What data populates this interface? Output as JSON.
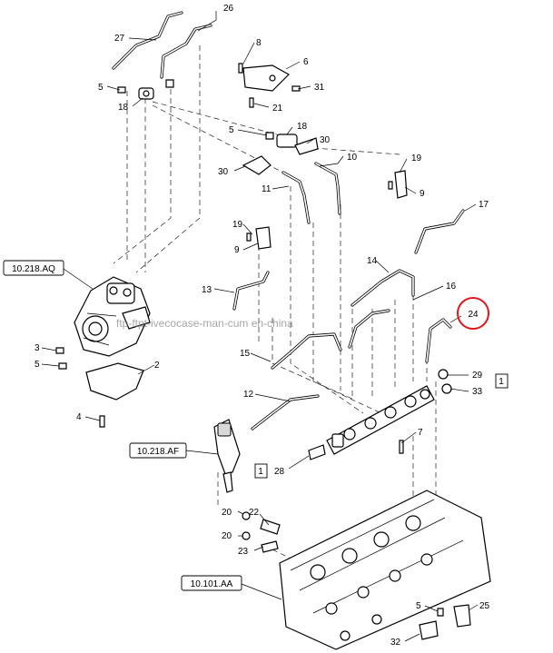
{
  "diagram": {
    "watermark": "ftp-ftpt-ivecocase-man-cum en-china",
    "references": {
      "ref_aq": "10.218.AQ",
      "ref_af": "10.218.AF",
      "ref_aa": "10.101.AA"
    },
    "group_box_label": "1",
    "highlight_color": "#e0151a",
    "highlighted_callout": "24",
    "callouts": {
      "c26": "26",
      "c27": "27",
      "c5a": "5",
      "c18a": "18",
      "c8": "8",
      "c6": "6",
      "c31": "31",
      "c21": "21",
      "c5b": "5",
      "c18b": "18",
      "c30a": "30",
      "c30b": "30",
      "c10": "10",
      "c19a": "19",
      "c9a": "9",
      "c11": "11",
      "c17": "17",
      "c19b": "19",
      "c9b": "9",
      "c14": "14",
      "c13": "13",
      "c16": "16",
      "c24": "24",
      "c15": "15",
      "c29": "29",
      "c33": "33",
      "c3": "3",
      "c5c": "5",
      "c2": "2",
      "c4": "4",
      "c12": "12",
      "c7": "7",
      "c28": "28",
      "c20a": "20",
      "c22": "22",
      "c20b": "20",
      "c23": "23",
      "c5d": "5",
      "c25": "25",
      "c32": "32"
    }
  }
}
